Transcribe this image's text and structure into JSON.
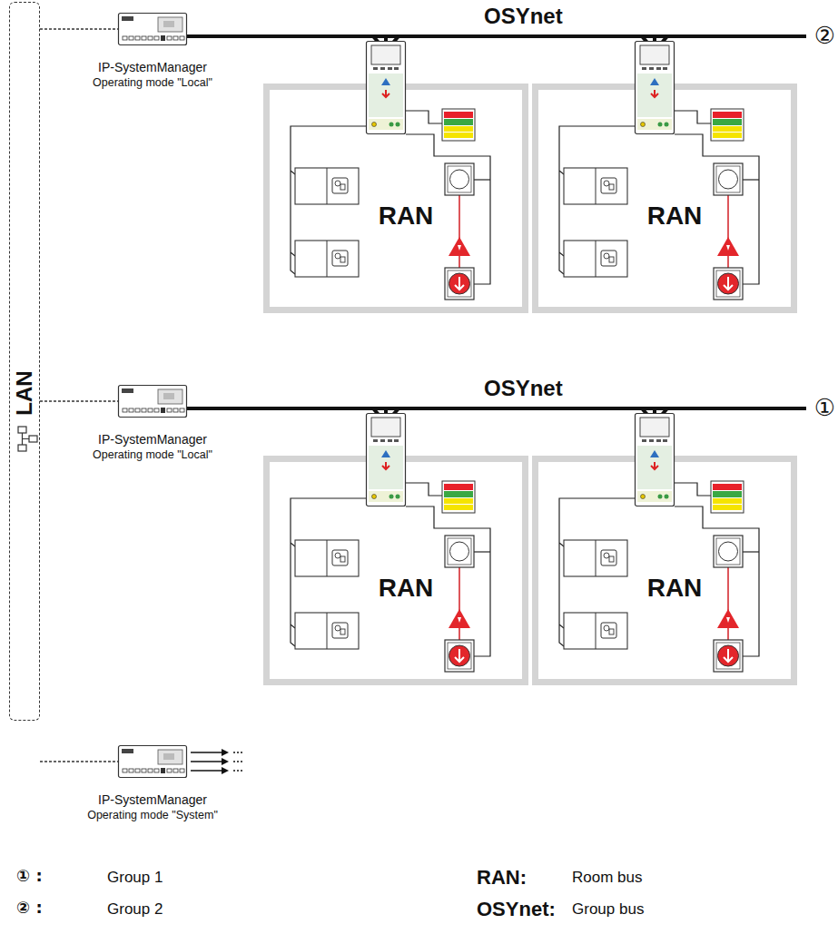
{
  "diagram": {
    "nodes": [
      {
        "text": [
          "LAN"
        ]
      },
      {
        "text": [
          "IP-SystemManager",
          "Operating mode \"Local\""
        ]
      },
      {
        "text": [
          "RAN"
        ]
      },
      {
        "text": [
          "RAN"
        ]
      },
      {
        "text": [
          "IP-SystemManager",
          "Operating mode \"Local\""
        ]
      },
      {
        "text": [
          "RAN"
        ]
      },
      {
        "text": [
          "RAN"
        ]
      },
      {
        "text": [
          "IP-SystemManager",
          "Operating mode \"System\""
        ]
      }
    ],
    "edges": [
      {
        "from": 0,
        "to": 1,
        "arrow": "none"
      },
      {
        "from": 0,
        "to": 4,
        "arrow": "none"
      },
      {
        "from": 0,
        "to": 7,
        "arrow": "none"
      },
      {
        "from": 1,
        "to": 2,
        "arrow": "none"
      },
      {
        "from": 1,
        "to": 3,
        "arrow": "none"
      },
      {
        "from": 4,
        "to": 5,
        "arrow": "none"
      },
      {
        "from": 4,
        "to": 6,
        "arrow": "none"
      }
    ],
    "labels": [
      "OSYnet",
      "②",
      "OSYnet",
      "①",
      "① :",
      "Group 1",
      "② :",
      "Group 2",
      "RAN:",
      "Room bus",
      "OSYnet:",
      "Group bus"
    ]
  }
}
